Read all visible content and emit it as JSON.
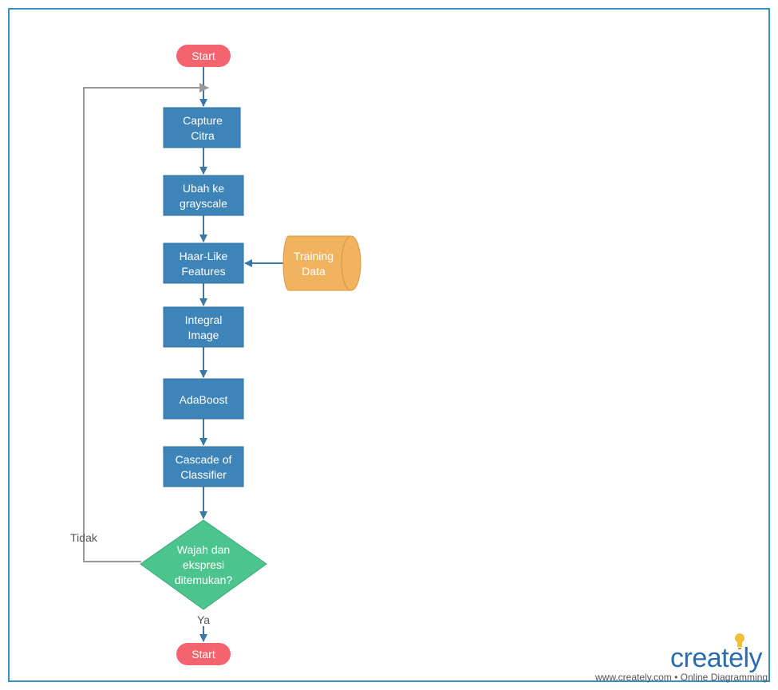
{
  "diagram": {
    "start_top": "Start",
    "capture": [
      "Capture",
      "Citra"
    ],
    "grayscale": [
      "Ubah ke",
      "grayscale"
    ],
    "haar": [
      "Haar-Like",
      "Features"
    ],
    "training": [
      "Training",
      "Data"
    ],
    "integral": [
      "Integral",
      "Image"
    ],
    "adaboost": "AdaBoost",
    "cascade": [
      "Cascade of",
      "Classifier"
    ],
    "decision": [
      "Wajah dan",
      "ekspresi",
      "ditemukan?"
    ],
    "label_no": "Tidak",
    "label_yes": "Ya",
    "start_bottom": "Start"
  },
  "colors": {
    "process": "#3d85b8",
    "terminal": "#f5646e",
    "decision": "#4cc48e",
    "data": "#f2b35e",
    "arrow": "#3a78a8",
    "loop_line": "#999999",
    "frame": "#3a8fc4"
  },
  "branding": {
    "word": "creately",
    "tagline": "www.creately.com • Online Diagramming",
    "logo_icon": "lightbulb-icon"
  }
}
